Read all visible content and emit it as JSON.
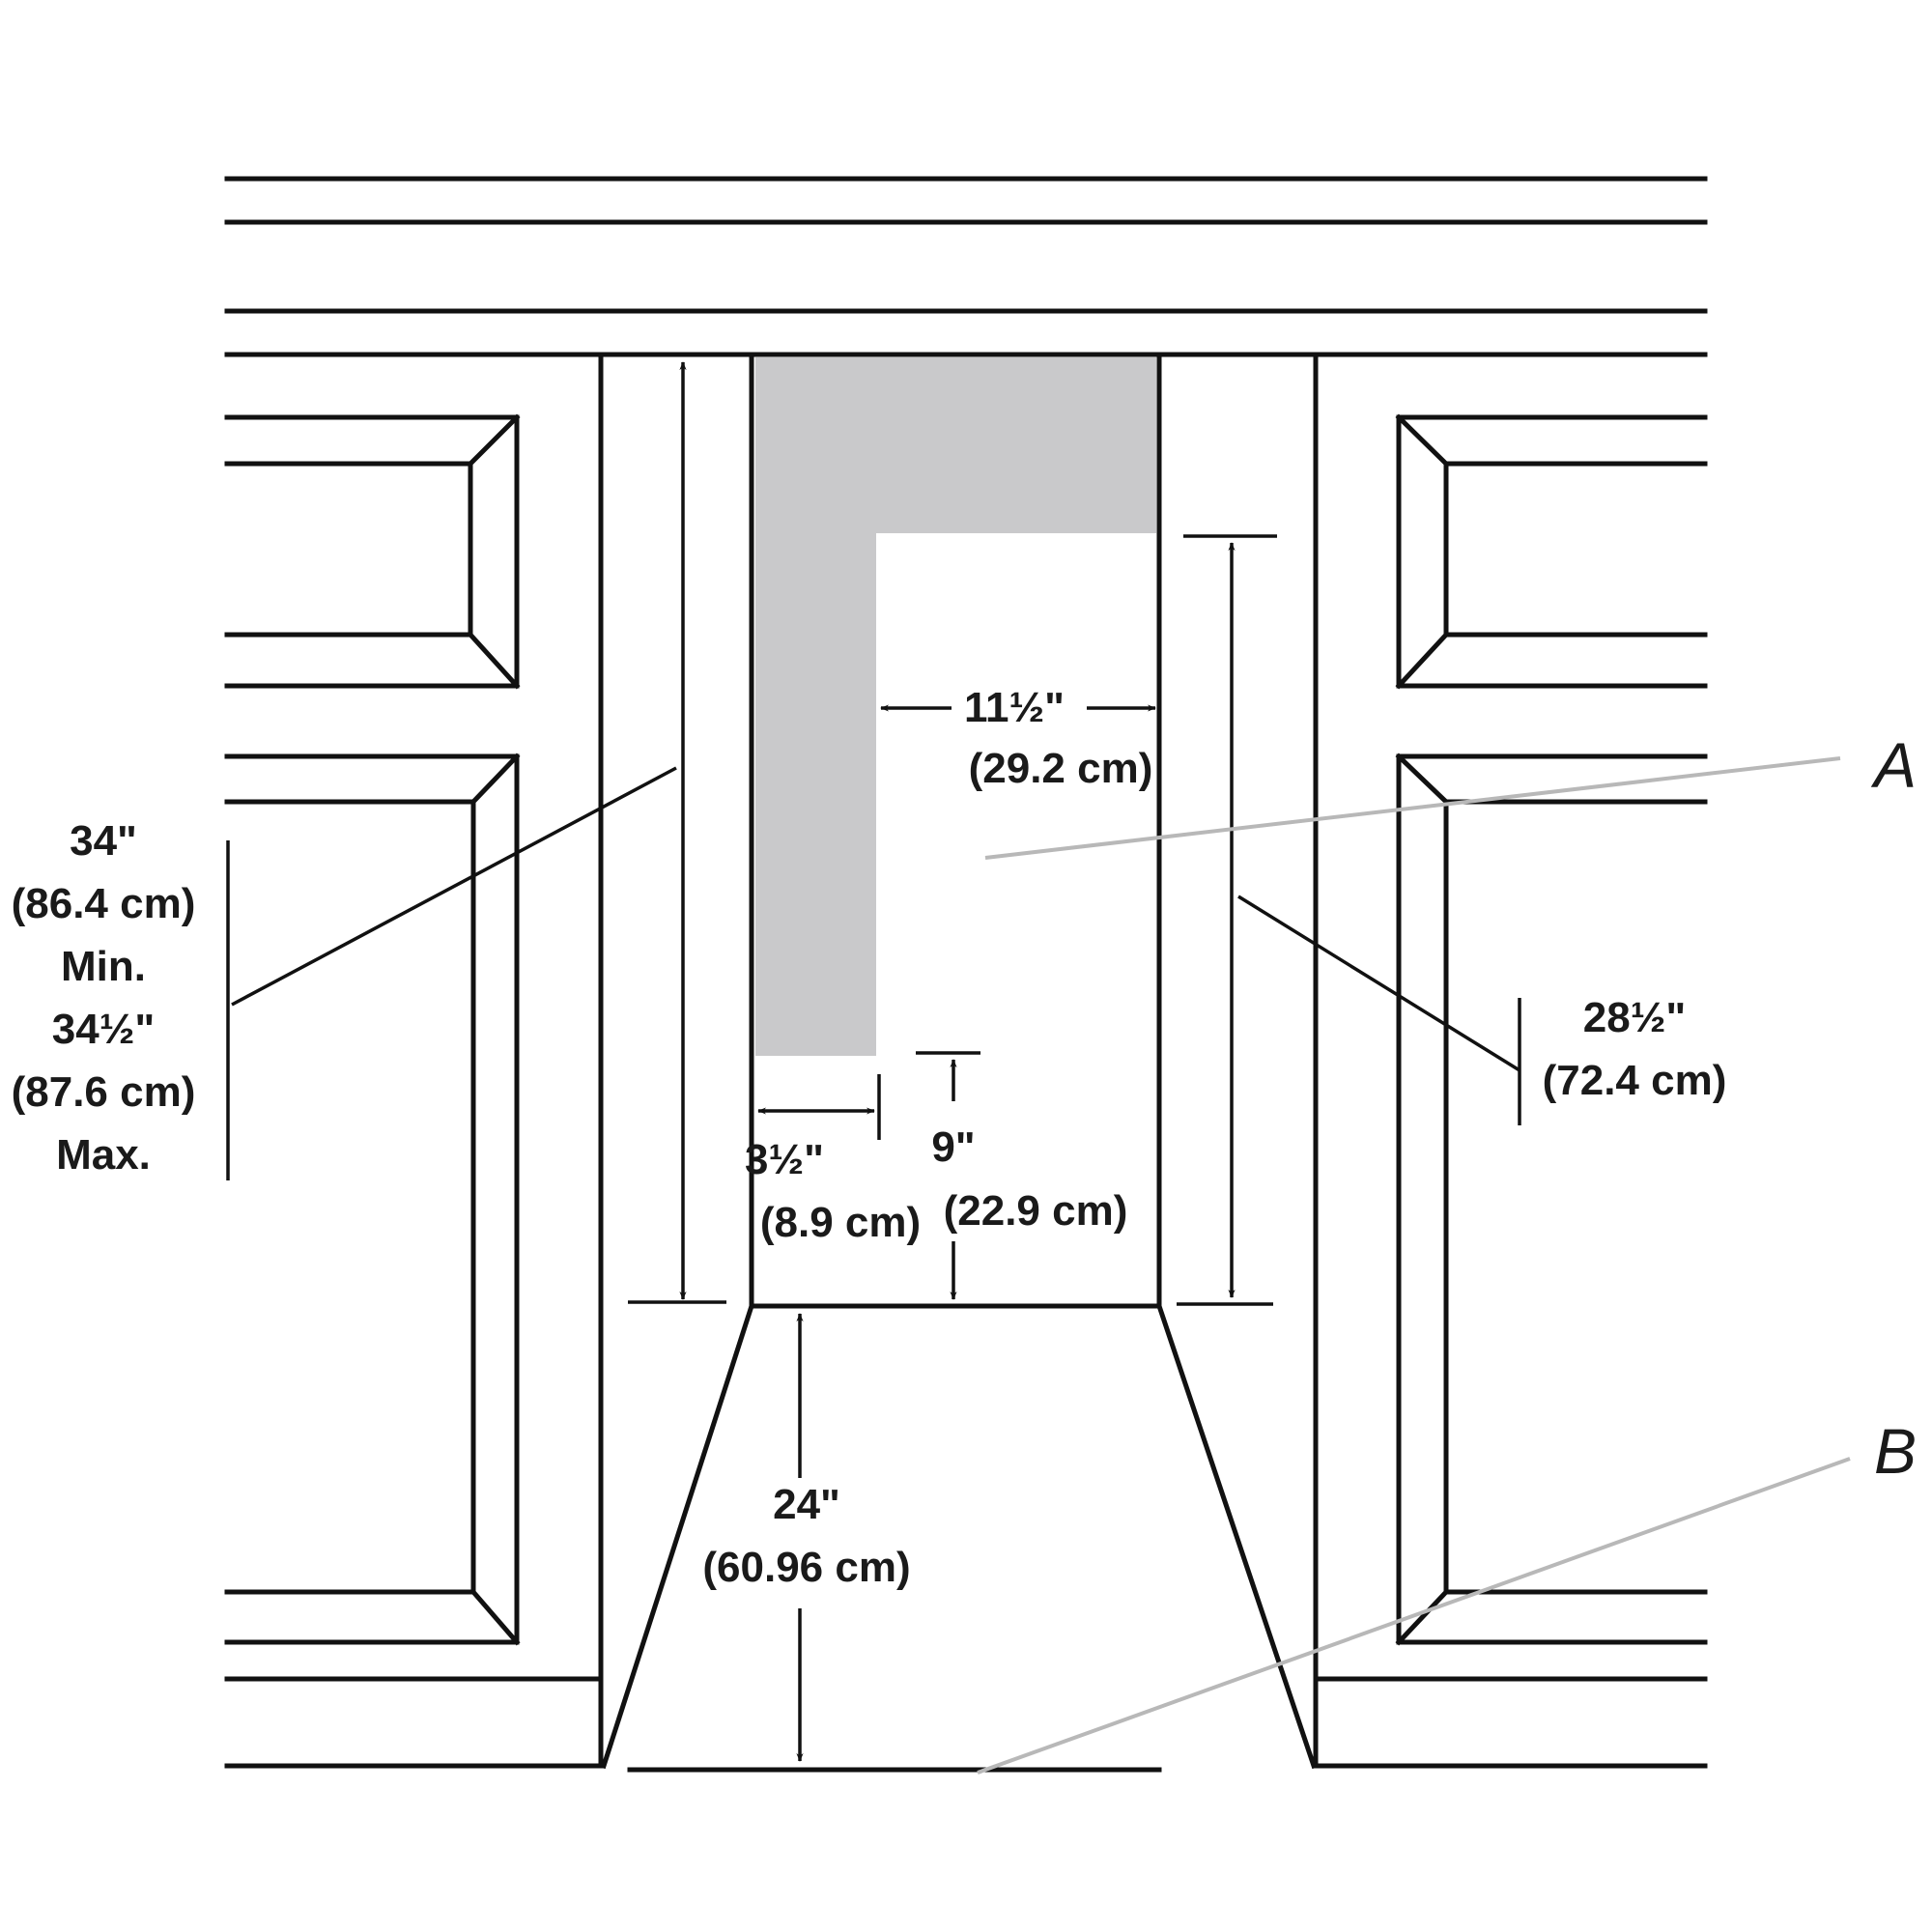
{
  "labels": {
    "callout_a": "A",
    "callout_b": "B"
  },
  "dimensions": {
    "counter_height": [
      "34\"",
      "(86.4 cm)",
      "Min.",
      "34½\"",
      "(87.6 cm)",
      "Max."
    ],
    "opening_height": [
      "28½\"",
      "(72.4 cm)"
    ],
    "opening_width": [
      "11½\"",
      "(29.2 cm)"
    ],
    "side_offset": [
      "3½\"",
      "(8.9 cm)"
    ],
    "bottom_offset": [
      "9\"",
      "(22.9 cm)"
    ],
    "opening_to_floor": [
      "24\"",
      "(60.96 cm)"
    ]
  },
  "colors": {
    "line": "#111111",
    "shaded_area": "#c9c9cb",
    "leader_gray": "#b8b8b8"
  }
}
